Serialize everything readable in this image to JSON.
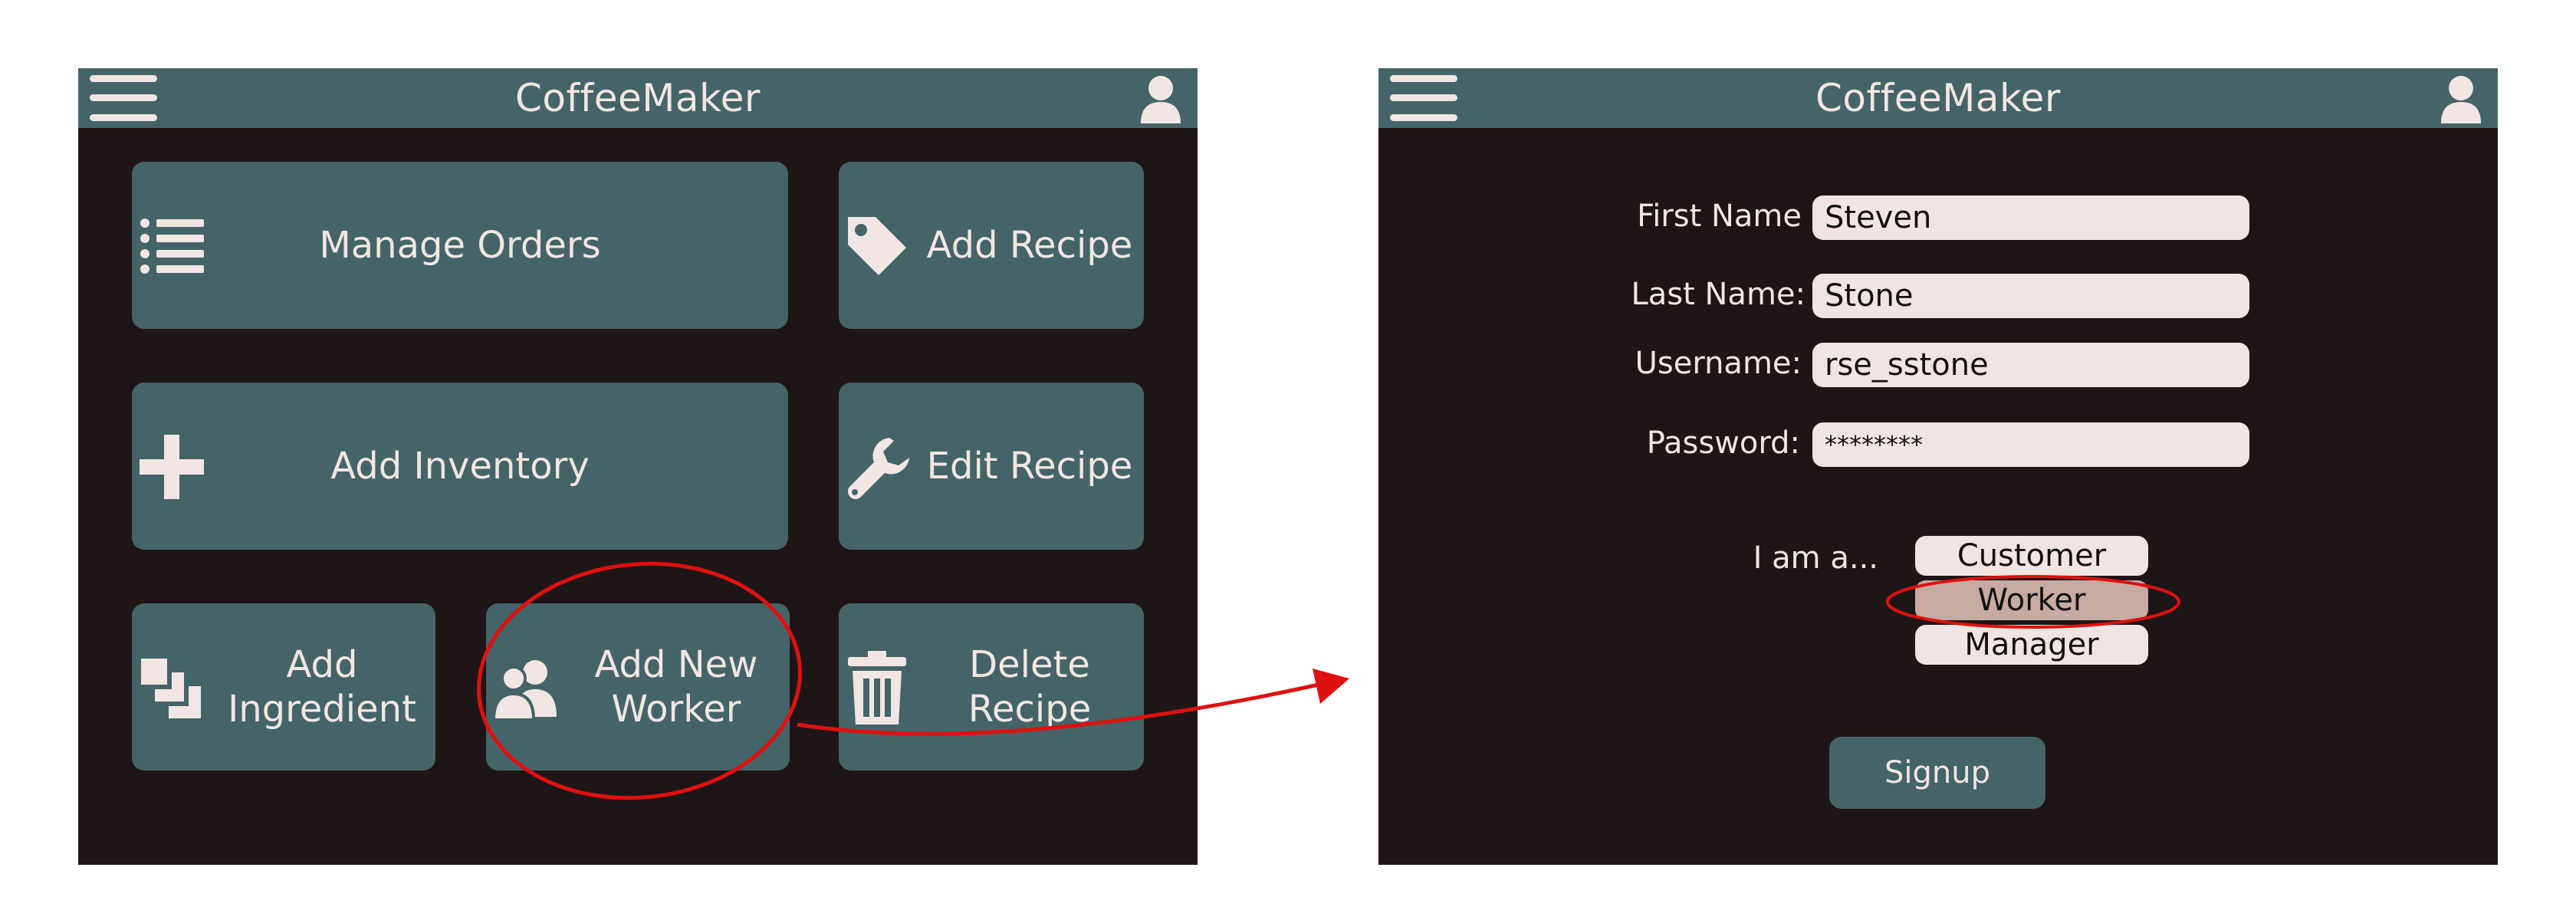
{
  "app_title": "CoffeeMaker",
  "home_screen": {
    "tiles": {
      "manage_orders": "Manage Orders",
      "add_recipe": "Add Recipe",
      "add_inventory": "Add Inventory",
      "edit_recipe": "Edit Recipe",
      "add_ingredient": "Add\nIngredient",
      "add_new_worker": "Add New\nWorker",
      "delete_recipe": "Delete\nRecipe"
    }
  },
  "signup_screen": {
    "fields": {
      "first_name": {
        "label": "First Name",
        "value": "Steven"
      },
      "last_name": {
        "label": "Last Name:",
        "value": "Stone"
      },
      "username": {
        "label": "Username:",
        "value": "rse_sstone"
      },
      "password": {
        "label": "Password:",
        "value": "********"
      }
    },
    "role_label": "I am a...",
    "roles": [
      "Customer",
      "Worker",
      "Manager"
    ],
    "selected_role": "Worker",
    "signup_label": "Signup"
  },
  "colors": {
    "screen_bg": "#1e1616",
    "bar_and_tile": "#456467",
    "light_text": "#f1e6e3",
    "input_bg": "#efe5e3",
    "selected_role_bg": "#c7aaa1",
    "annotation_red": "#e01010"
  },
  "icons": [
    "menu-icon",
    "user-icon",
    "list-icon",
    "tag-icon",
    "plus-icon",
    "wrench-icon",
    "layers-icon",
    "users-icon",
    "trash-icon"
  ]
}
